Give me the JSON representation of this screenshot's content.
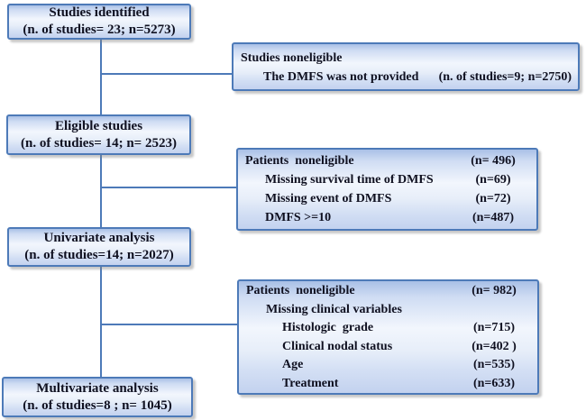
{
  "diagram": {
    "colors": {
      "box_border": "#4d7ab8",
      "connector": "#4d7ab8",
      "box_gradient_top": "#a9c0e6",
      "box_gradient_bottom": "#c3d2ef",
      "text": "#0f1020"
    },
    "boxes": {
      "studies_identified": {
        "line1": "Studies identified",
        "line2": "(n. of studies= 23; n=5273)"
      },
      "studies_noneligible": {
        "line1": "Studies noneligible",
        "line2_label": "The DMFS was not provided",
        "line2_count": "(n. of studies=9; n=2750)"
      },
      "eligible_studies": {
        "line1": "Eligible studies",
        "line2": "(n. of studies= 14; n= 2523)"
      },
      "patients_noneligible_dmfs": {
        "rows": [
          {
            "label": "Patients  noneligible",
            "count": "(n= 496)"
          },
          {
            "label": "Missing survival time of DMFS",
            "count": "(n=69)"
          },
          {
            "label": "Missing event of DMFS",
            "count": "(n=72)"
          },
          {
            "label": "DMFS >=10",
            "count": "(n=487)"
          }
        ]
      },
      "univariate_analysis": {
        "line1": "Univariate analysis",
        "line2": "(n. of studies=14; n=2027)"
      },
      "patients_noneligible_clinical": {
        "rows": [
          {
            "label": "Patients  noneligible",
            "count": "(n= 982)"
          },
          {
            "label": "Missing clinical variables",
            "count": ""
          },
          {
            "label": "Histologic  grade",
            "count": "(n=715)"
          },
          {
            "label": "Clinical nodal status",
            "count": "(n=402 )"
          },
          {
            "label": "Age",
            "count": "(n=535)"
          },
          {
            "label": "Treatment",
            "count": "(n=633)"
          }
        ]
      },
      "multivariate_analysis": {
        "line1": "Multivariate analysis",
        "line2": "(n. of studies=8 ; n= 1045)"
      }
    }
  }
}
